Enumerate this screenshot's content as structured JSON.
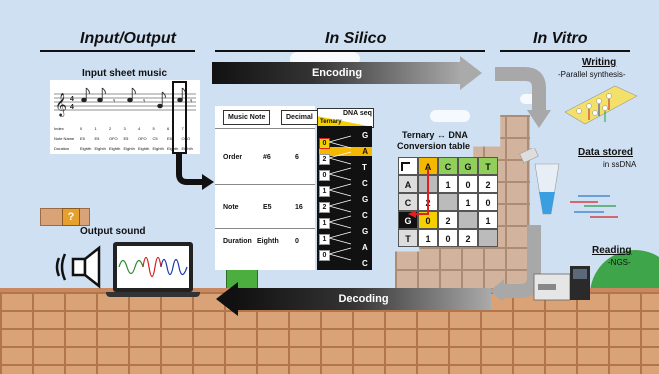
{
  "sections": {
    "input_output": "Input/Output",
    "in_silico": "In Silico",
    "in_vitro": "In Vitro"
  },
  "input": {
    "title": "Input sheet music",
    "row_labels": [
      "Index",
      "Note Name",
      "Duration"
    ],
    "index": [
      "0",
      "1",
      "2",
      "3",
      "4",
      "5",
      "6",
      "7"
    ],
    "note_names": [
      "E5",
      "E5",
      "OFO",
      "E5",
      "OFO",
      "C5",
      "E5",
      "OFO"
    ],
    "durations": [
      "Eighth",
      "Eighth",
      "Eighth",
      "Eighth",
      "Eighth",
      "Eighth",
      "Eighth",
      "Eighth"
    ]
  },
  "encoding_label": "Encoding",
  "decoding_label": "Decoding",
  "encode_table": {
    "headers": {
      "music_note": "Music Note",
      "decimal": "Decimal",
      "ternary": "Ternary",
      "dna_seq": "DNA seq"
    },
    "rows": [
      {
        "label": "Order",
        "value": "#6",
        "decimal": "6"
      },
      {
        "label": "Note",
        "value": "E5",
        "decimal": "16"
      },
      {
        "label": "Duration",
        "value": "Eighth",
        "decimal": "0"
      }
    ],
    "ternary": [
      "0",
      "2",
      "0",
      "1",
      "2",
      "1",
      "1",
      "0"
    ],
    "dna": [
      "G",
      "A",
      "T",
      "C",
      "G",
      "C",
      "G",
      "A",
      "C"
    ]
  },
  "conversion": {
    "title_line1": "Ternary ↔ DNA",
    "title_line2": "Conversion table",
    "col_headers": [
      "A",
      "C",
      "G",
      "T"
    ],
    "rows": [
      {
        "head": "A",
        "cells": [
          "",
          "1",
          "0",
          "2"
        ]
      },
      {
        "head": "C",
        "cells": [
          "2",
          "",
          "1",
          "0"
        ]
      },
      {
        "head": "G",
        "cells": [
          "0",
          "2",
          "",
          "1"
        ]
      },
      {
        "head": "T",
        "cells": [
          "1",
          "0",
          "2",
          ""
        ]
      }
    ],
    "colors": {
      "header": "#f5b800",
      "green": "#8fcf5a",
      "highlight": "#f5d000",
      "path": "#e02020"
    }
  },
  "output": {
    "title": "Output sound"
  },
  "in_vitro": {
    "writing_title": "Writing",
    "writing_sub": "-Parallel synthesis-",
    "stored_title": "Data stored",
    "stored_sub": "in ssDNA",
    "reading_title": "Reading",
    "reading_sub": "-NGS-"
  }
}
